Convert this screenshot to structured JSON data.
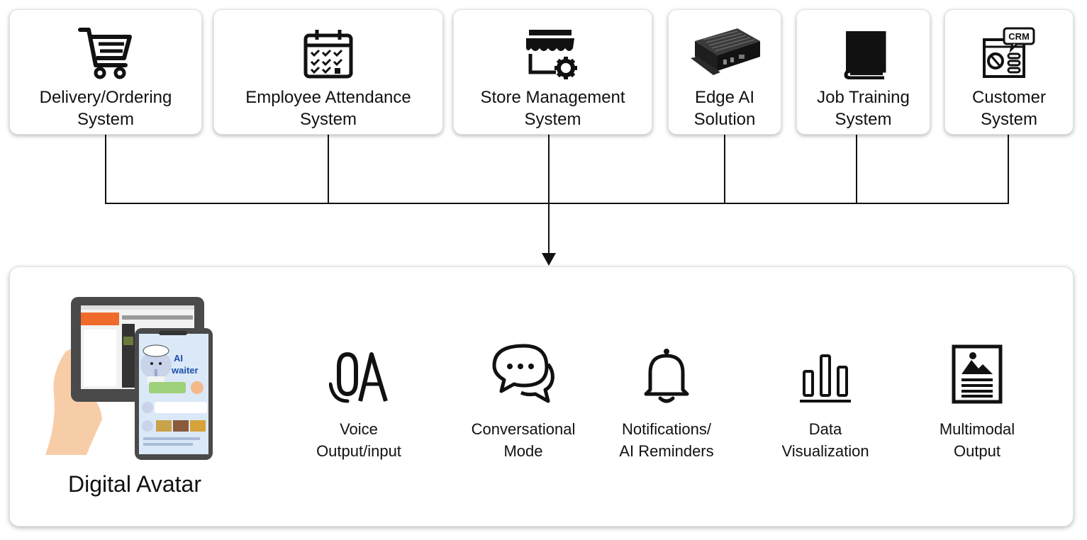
{
  "systems": [
    {
      "label": "Delivery/Ordering\nSystem",
      "icon": "shopping-cart-icon"
    },
    {
      "label": "Employee Attendance\nSystem",
      "icon": "calendar-icon"
    },
    {
      "label": "Store Management\nSystem",
      "icon": "storefront-gear-icon"
    },
    {
      "label": "Edge AI\nSolution",
      "icon": "edge-device-icon"
    },
    {
      "label": "Job Training\nSystem",
      "icon": "book-icon"
    },
    {
      "label": "Customer\nSystem",
      "icon": "crm-icon"
    }
  ],
  "crm_badge": "CRM",
  "features": [
    {
      "label": "Voice\nOutput/input",
      "icon": "voice-waveform-icon"
    },
    {
      "label": "Conversational\nMode",
      "icon": "chat-bubbles-icon"
    },
    {
      "label": "Notifications/\nAI Reminders",
      "icon": "bell-icon"
    },
    {
      "label": "Data\nVisualization",
      "icon": "bar-chart-icon"
    },
    {
      "label": "Multimodal\nOutput",
      "icon": "document-image-icon"
    }
  ],
  "avatar": {
    "title": "Digital Avatar",
    "screen_text": "AI\nwaiter",
    "image": "tablet-and-phone-illustration"
  },
  "colors": {
    "accent_orange": "#f06a2b",
    "phone_bg": "#dbe8f7",
    "ai_blue": "#1a4fa8"
  }
}
